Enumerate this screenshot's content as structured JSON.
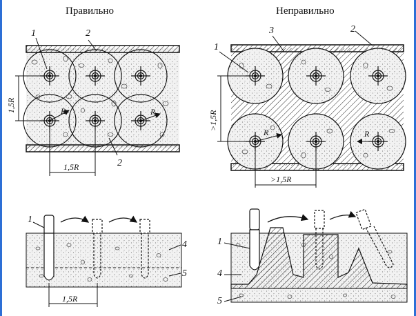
{
  "titles": {
    "correct": "Правильно",
    "incorrect": "Неправильно"
  },
  "labels": {
    "n1": "1",
    "n2": "2",
    "n3": "3",
    "n4": "4",
    "n5": "5",
    "r": "R",
    "dim_1_5r": "1,5R",
    "dim_gt_1_5r": ">1,5R"
  },
  "colors": {
    "ink": "#111111",
    "frame_edge": "#2d6fd6",
    "fill": "#f2f2f2"
  }
}
